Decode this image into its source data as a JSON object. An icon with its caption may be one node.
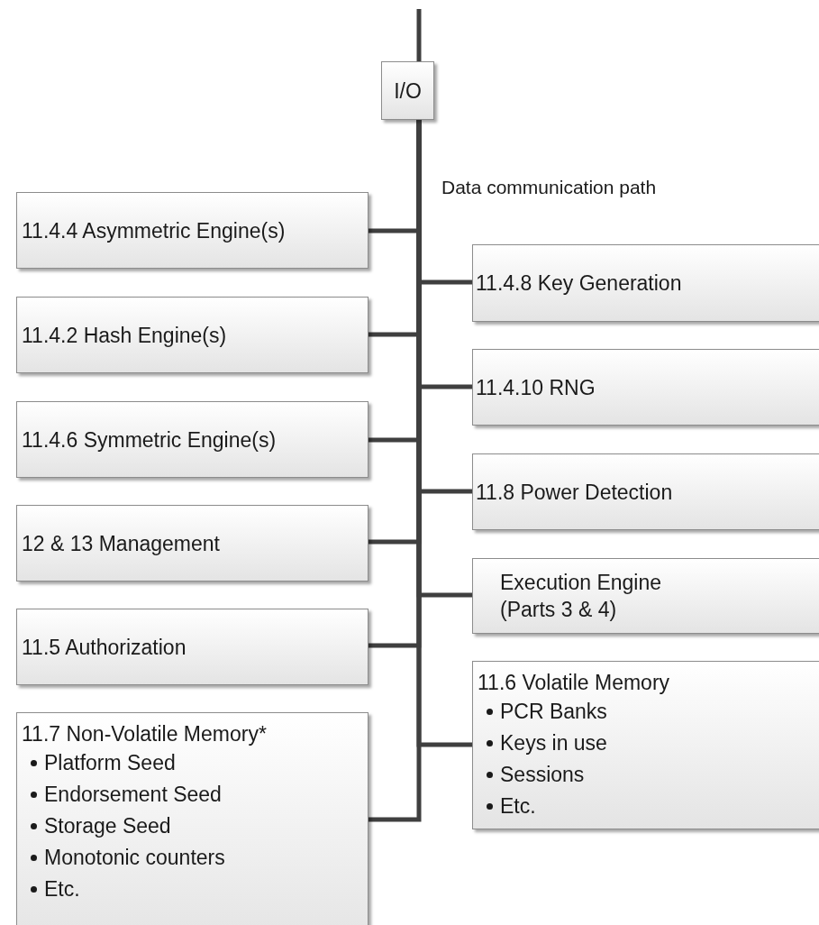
{
  "diagram": {
    "nodes": [
      {
        "text": [
          "I/O"
        ]
      },
      {
        "text": [
          "11.4.4 Asymmetric Engine(s)"
        ]
      },
      {
        "text": [
          "11.4.8 Key Generation"
        ]
      },
      {
        "text": [
          "11.4.2 Hash Engine(s)"
        ]
      },
      {
        "text": [
          "11.4.10 RNG"
        ]
      },
      {
        "text": [
          "11.4.6 Symmetric Engine(s)"
        ]
      },
      {
        "text": [
          "11.8 Power Detection"
        ]
      },
      {
        "text": [
          "12 & 13 Management"
        ]
      },
      {
        "text": [
          "Execution Engine (Parts 3 & 4)"
        ]
      },
      {
        "text": [
          "11.5 Authorization"
        ]
      },
      {
        "text": [
          "11.6 Volatile Memory",
          "PCR Banks",
          "Keys in use",
          "Sessions",
          "Etc."
        ]
      },
      {
        "text": [
          "11.7 Non-Volatile Memory*",
          "Platform Seed",
          "Endorsement Seed",
          "Storage Seed",
          "Monotonic counters",
          "Etc."
        ]
      }
    ],
    "edges": [
      {
        "from": null,
        "to": 0,
        "arrow": "none"
      },
      {
        "from": 0,
        "to": 1,
        "arrow": "none"
      },
      {
        "from": 0,
        "to": 2,
        "arrow": "none"
      },
      {
        "from": 0,
        "to": 3,
        "arrow": "none"
      },
      {
        "from": 0,
        "to": 4,
        "arrow": "none"
      },
      {
        "from": 0,
        "to": 5,
        "arrow": "none"
      },
      {
        "from": 0,
        "to": 6,
        "arrow": "none"
      },
      {
        "from": 0,
        "to": 7,
        "arrow": "none"
      },
      {
        "from": 0,
        "to": 8,
        "arrow": "none"
      },
      {
        "from": 0,
        "to": 9,
        "arrow": "none"
      },
      {
        "from": 0,
        "to": 10,
        "arrow": "none"
      },
      {
        "from": 0,
        "to": 11,
        "arrow": "none"
      }
    ],
    "labels": [
      "Data communication path"
    ]
  }
}
